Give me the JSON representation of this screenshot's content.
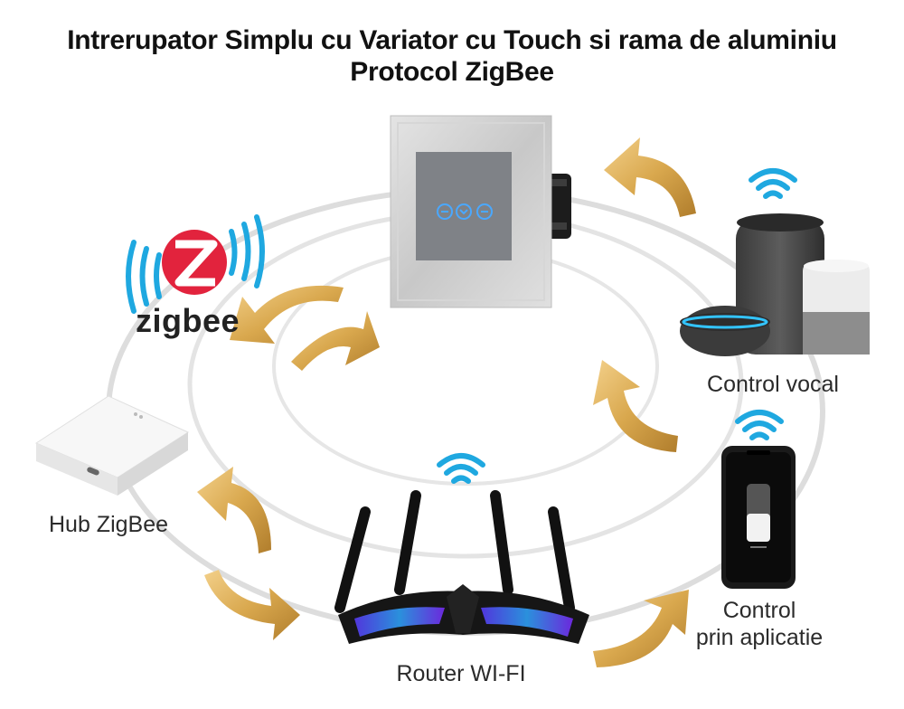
{
  "title": {
    "line1": "Intrerupator Simplu cu Variator cu Touch si rama de aluminiu",
    "line2": "Protocol ZigBee"
  },
  "nodes": {
    "voice": {
      "label": "Control vocal",
      "icon": "smart-speakers-icon"
    },
    "hub": {
      "label": "Hub ZigBee",
      "icon": "zigbee-hub-icon"
    },
    "router": {
      "label": "Router WI-FI",
      "icon": "wifi-router-icon"
    },
    "app": {
      "label_line1": "Control",
      "label_line2": "prin aplicatie",
      "icon": "smartphone-icon"
    },
    "switch": {
      "icon": "touch-dimmer-switch-icon"
    }
  },
  "logo": {
    "brand": "zigbee",
    "letter": "Z"
  },
  "colors": {
    "arrow": "#d9a84e",
    "wifi": "#1fa8e0",
    "logo_red": "#e2233d",
    "ring": "#dedede"
  }
}
